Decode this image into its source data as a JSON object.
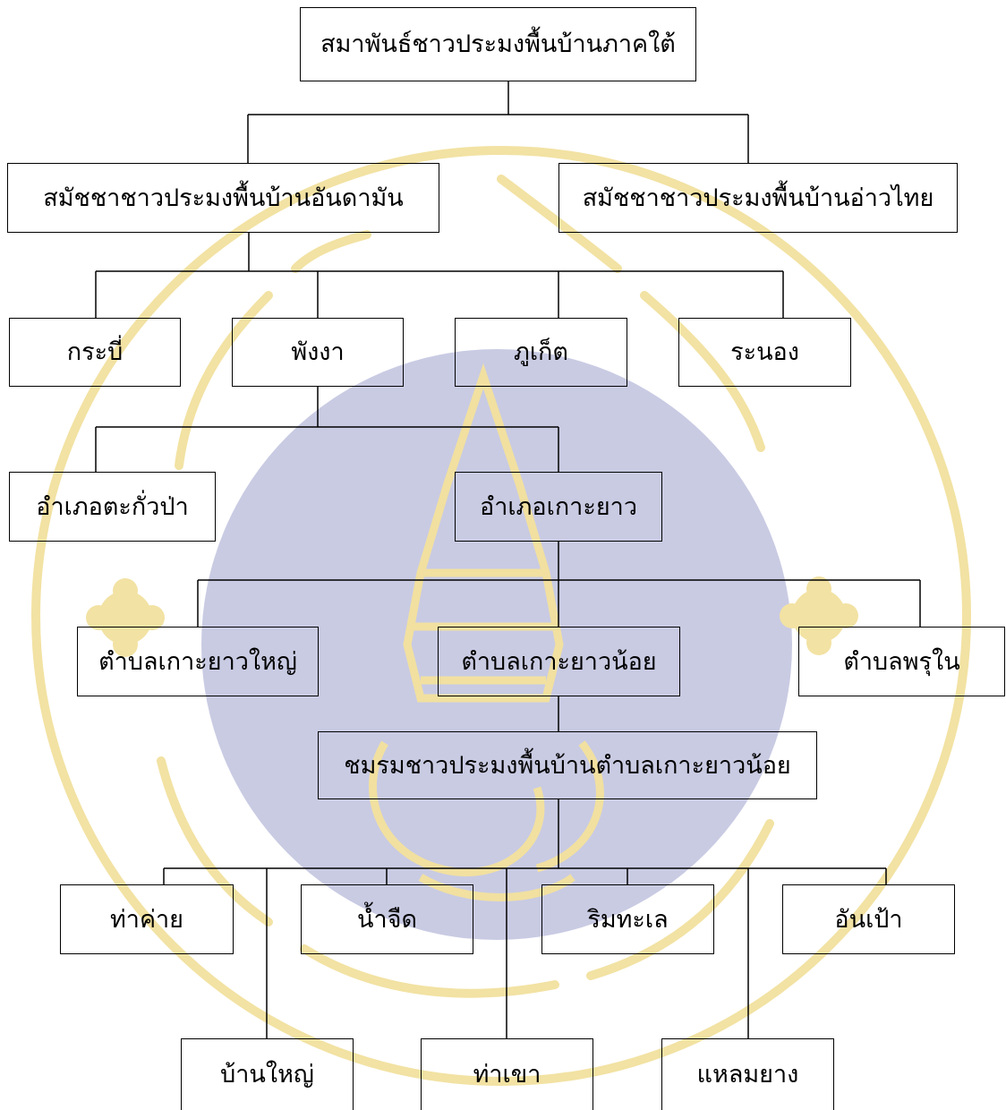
{
  "watermark": {
    "disc_color": "#c9cbe3",
    "ring_color": "#f2e2a3",
    "seal_text_color": "#f1e0a0"
  },
  "root": {
    "label": "สมาพันธ์ชาวประมงพื้นบ้านภาคใต้"
  },
  "regions": {
    "andaman": "สมัชชาชาวประมงพื้นบ้านอันดามัน",
    "gulf": "สมัชชาชาวประมงพื้นบ้านอ่าวไทย"
  },
  "provinces": {
    "krabi": "กระบี่",
    "phangnga": "พังงา",
    "phuket": "ภูเก็ต",
    "ranong": "ระนอง"
  },
  "districts": {
    "takuapa": "อำเภอตะกั่วป่า",
    "kohyao": "อำเภอเกาะยาว"
  },
  "subdistricts": {
    "yaoyai": "ตำบลเกาะยาวใหญ่",
    "yaonoi": "ตำบลเกาะยาวน้อย",
    "prunai": "ตำบลพรุใน"
  },
  "club": {
    "label": "ชมรมชาวประมงพื้นบ้านตำบลเกาะยาวน้อย"
  },
  "villages": {
    "thakhai": "ท่าค่าย",
    "namchuet": "น้ำจืด",
    "rimthale": "ริมทะเล",
    "anpao": "อันเป้า",
    "banyai": "บ้านใหญ่",
    "thakhao": "ท่าเขา",
    "laemyang": "แหลมยาง"
  }
}
